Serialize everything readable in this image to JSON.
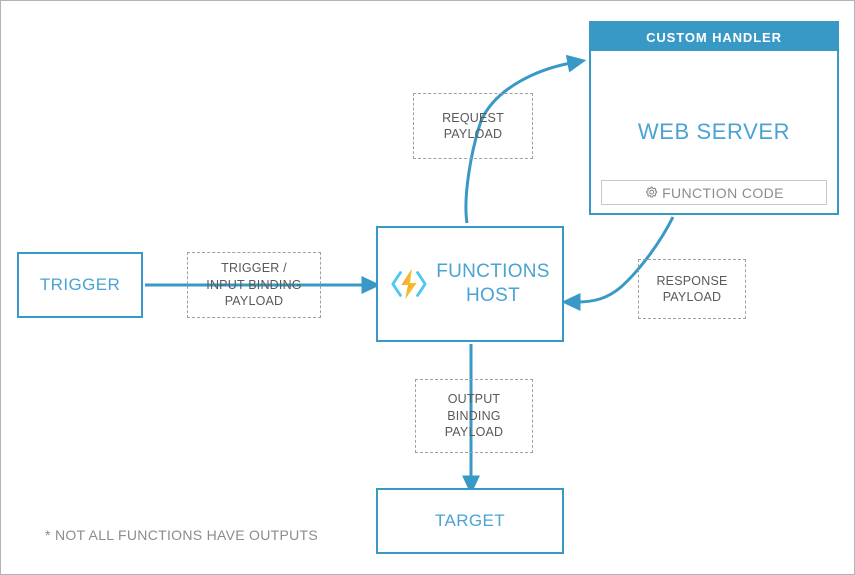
{
  "diagram": {
    "title": "Azure Functions custom handler request flow",
    "colors": {
      "accent_blue": "#3999c6",
      "text_blue": "#4aa3d4",
      "dashed_gray": "#a0a0a0",
      "label_gray": "#595959",
      "muted_gray": "#8c8c8c",
      "frame_gray": "#b3b3b3",
      "bolt_yellow": "#f5bc2a",
      "bolt_orange": "#f2a33c",
      "bracket_blue": "#50c7f0"
    },
    "nodes": {
      "trigger": {
        "label": "TRIGGER"
      },
      "functions_host": {
        "label_line1": "FUNCTIONS",
        "label_line2": "HOST",
        "icon": "azure-functions-icon"
      },
      "target": {
        "label": "TARGET"
      },
      "custom_handler": {
        "title": "CUSTOM HANDLER",
        "web_server_label": "WEB SERVER",
        "function_code_label": "FUNCTION CODE",
        "function_code_icon": "gear-icon"
      }
    },
    "edges": {
      "trigger_to_host": {
        "label_line1": "TRIGGER /",
        "label_line2": "INPUT BINDING",
        "label_line3": "PAYLOAD"
      },
      "host_to_web_server": {
        "label_line1": "REQUEST",
        "label_line2": "PAYLOAD"
      },
      "web_server_to_host": {
        "label_line1": "RESPONSE",
        "label_line2": "PAYLOAD"
      },
      "host_to_target": {
        "label_line1": "OUTPUT",
        "label_line2": "BINDING",
        "label_line3": "PAYLOAD"
      }
    },
    "footnote": "* NOT ALL FUNCTIONS HAVE OUTPUTS"
  }
}
